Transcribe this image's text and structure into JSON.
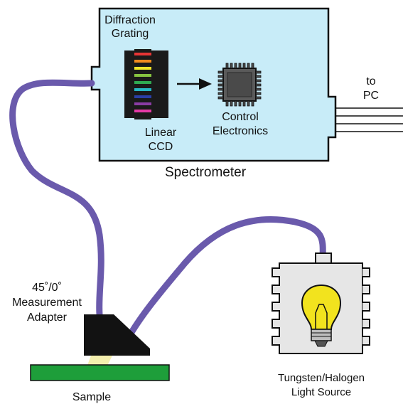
{
  "labels": {
    "diffraction_line1": "Diffraction",
    "diffraction_line2": "Grating",
    "ccd_line1": "Linear",
    "ccd_line2": "CCD",
    "control_line1": "Control",
    "control_line2": "Electronics",
    "spectrometer": "Spectrometer",
    "to_pc_line1": "to",
    "to_pc_line2": "PC",
    "adapter_line1": "45˚/0˚",
    "adapter_line2": "Measurement",
    "adapter_line3": "Adapter",
    "sample": "Sample",
    "light_line1": "Tungsten/Halogen",
    "light_line2": "Light Source"
  },
  "colors": {
    "spectrometer_fill": "#c8ecf8",
    "fiber": "#6a5aac",
    "sample": "#1e9e3a",
    "beam": "#f4efae",
    "bulb": "#f2e31e",
    "housing": "#e6e6e6",
    "grating_bands": [
      "#e63535",
      "#f08a1e",
      "#efe52a",
      "#86c440",
      "#2faa52",
      "#28b7c4",
      "#2a3ea6",
      "#8a3ca4",
      "#e43aa6"
    ]
  },
  "icons": {
    "chip": "microchip-icon",
    "bulb": "lightbulb-icon",
    "arrow": "arrow-right-icon"
  }
}
